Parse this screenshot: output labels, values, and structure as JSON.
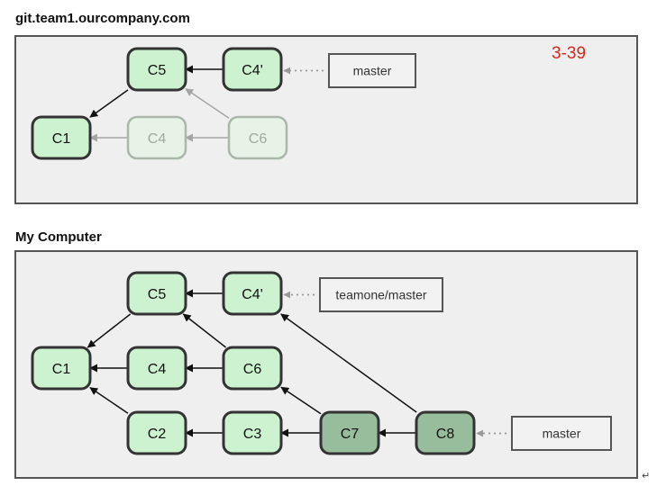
{
  "remote": {
    "title": "git.team1.ourcompany.com",
    "commits": [
      {
        "id": "r-c1",
        "label": "C1",
        "style": "normal"
      },
      {
        "id": "r-c5",
        "label": "C5",
        "style": "normal"
      },
      {
        "id": "r-c4p",
        "label": "C4'",
        "style": "normal"
      },
      {
        "id": "r-c4",
        "label": "C4",
        "style": "faded"
      },
      {
        "id": "r-c6",
        "label": "C6",
        "style": "faded"
      }
    ],
    "refs": [
      {
        "id": "r-master",
        "label": "master",
        "target": "r-c4p"
      }
    ],
    "edges": [
      {
        "from": "r-c5",
        "to": "r-c1",
        "style": "solid"
      },
      {
        "from": "r-c4p",
        "to": "r-c5",
        "style": "solid"
      },
      {
        "from": "r-c4",
        "to": "r-c1",
        "style": "faded"
      },
      {
        "from": "r-c6",
        "to": "r-c4",
        "style": "faded"
      },
      {
        "from": "r-c6",
        "to": "r-c5",
        "style": "faded"
      }
    ]
  },
  "local": {
    "title": "My Computer",
    "commits": [
      {
        "id": "l-c1",
        "label": "C1",
        "style": "normal"
      },
      {
        "id": "l-c5",
        "label": "C5",
        "style": "normal"
      },
      {
        "id": "l-c4p",
        "label": "C4'",
        "style": "normal"
      },
      {
        "id": "l-c4",
        "label": "C4",
        "style": "normal"
      },
      {
        "id": "l-c6",
        "label": "C6",
        "style": "normal"
      },
      {
        "id": "l-c2",
        "label": "C2",
        "style": "normal"
      },
      {
        "id": "l-c3",
        "label": "C3",
        "style": "normal"
      },
      {
        "id": "l-c7",
        "label": "C7",
        "style": "dark"
      },
      {
        "id": "l-c8",
        "label": "C8",
        "style": "dark"
      }
    ],
    "refs": [
      {
        "id": "l-teamone-master",
        "label": "teamone/master",
        "target": "l-c4p"
      },
      {
        "id": "l-master",
        "label": "master",
        "target": "l-c8"
      }
    ],
    "edges": [
      {
        "from": "l-c5",
        "to": "l-c1",
        "style": "solid"
      },
      {
        "from": "l-c4",
        "to": "l-c1",
        "style": "solid"
      },
      {
        "from": "l-c2",
        "to": "l-c1",
        "style": "solid"
      },
      {
        "from": "l-c4p",
        "to": "l-c5",
        "style": "solid"
      },
      {
        "from": "l-c6",
        "to": "l-c4",
        "style": "solid"
      },
      {
        "from": "l-c6",
        "to": "l-c5",
        "style": "solid"
      },
      {
        "from": "l-c3",
        "to": "l-c2",
        "style": "solid"
      },
      {
        "from": "l-c7",
        "to": "l-c3",
        "style": "solid"
      },
      {
        "from": "l-c7",
        "to": "l-c6",
        "style": "solid"
      },
      {
        "from": "l-c8",
        "to": "l-c7",
        "style": "solid"
      },
      {
        "from": "l-c8",
        "to": "l-c4p",
        "style": "solid"
      }
    ]
  },
  "figure_number": "3-39",
  "return_mark": "↵",
  "colors": {
    "commit_fill": "#ccf2cf",
    "commit_stroke": "#333333",
    "faded_fill": "#e6f3e6",
    "faded_stroke": "#a9b8a9",
    "dark_fill": "#98bd9c",
    "dark_stroke": "#333333",
    "ref_fill": "#f2f2f2",
    "ref_stroke": "#555555",
    "arrow": "#111111",
    "faded_arrow": "#a5a5a5",
    "dotted_arrow": "#999999",
    "figure_number": "#d22b1f"
  }
}
